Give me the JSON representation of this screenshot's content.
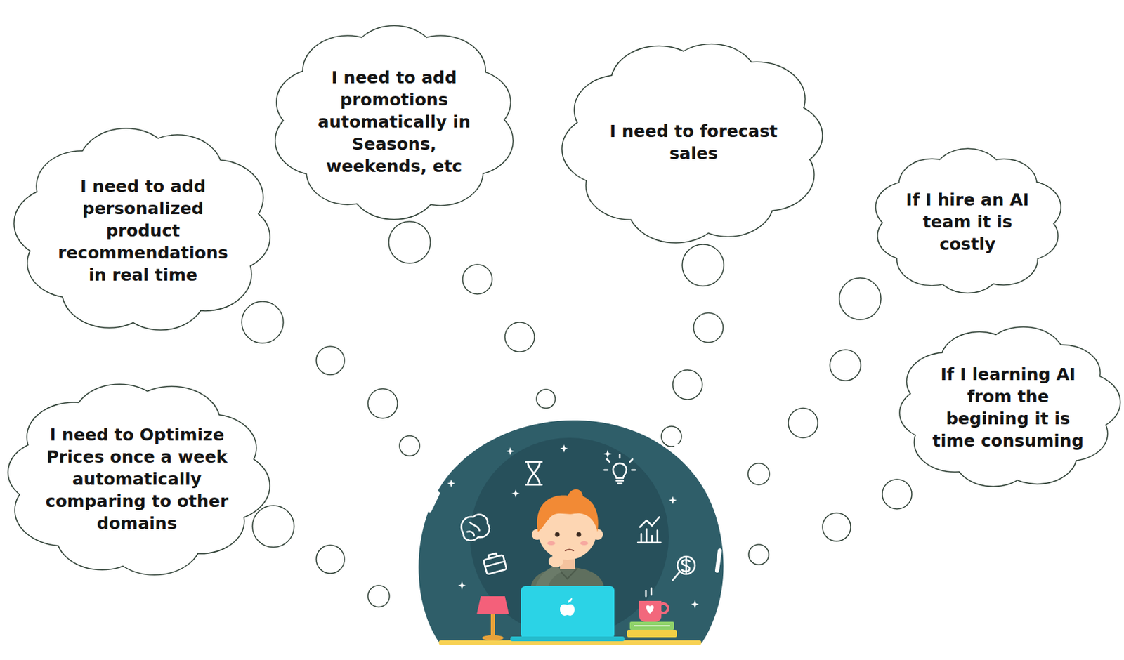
{
  "diagram": {
    "nodes": [
      {
        "text": [
          "I need to add promotions automatically in Seasons, weekends, etc"
        ]
      },
      {
        "text": [
          "I need to forecast sales"
        ]
      },
      {
        "text": [
          "I need to add personalized product recommendations in real time"
        ]
      },
      {
        "text": [
          "If I hire an AI team it is costly"
        ]
      },
      {
        "text": [
          "If I learning AI from the begining it is time consuming"
        ]
      },
      {
        "text": [
          "I need to Optimize Prices once a week automatically comparing to other domains"
        ]
      }
    ]
  }
}
